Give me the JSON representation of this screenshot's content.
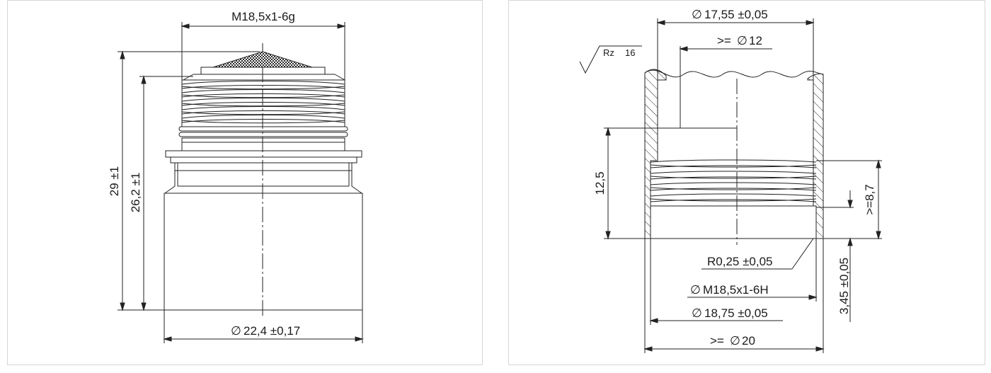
{
  "left_drawing": {
    "thread_spec": "M18,5x1-6g",
    "total_height": "29 ±1",
    "thread_height": "26,2 ±1",
    "body_diameter": "22,4 ±0,17",
    "diameter_symbol": "∅"
  },
  "right_drawing": {
    "outer_bore_diameter": "17,55 ±0,05",
    "inner_min_diameter": ">= ",
    "inner_min_value": "12",
    "roughness_label": "Rz",
    "roughness_value": "16",
    "bore_depth": "12,5",
    "thread_depth_label": ">=8,7",
    "radius_label": "R0,25 ±0,05",
    "internal_thread": "M18,5x1-6H",
    "counterbore_diameter": "18,75 ±0,05",
    "outer_min_prefix": ">= ",
    "outer_min_value": "20",
    "chamfer_depth": "3,45 ±0,05",
    "diameter_symbol": "∅"
  }
}
